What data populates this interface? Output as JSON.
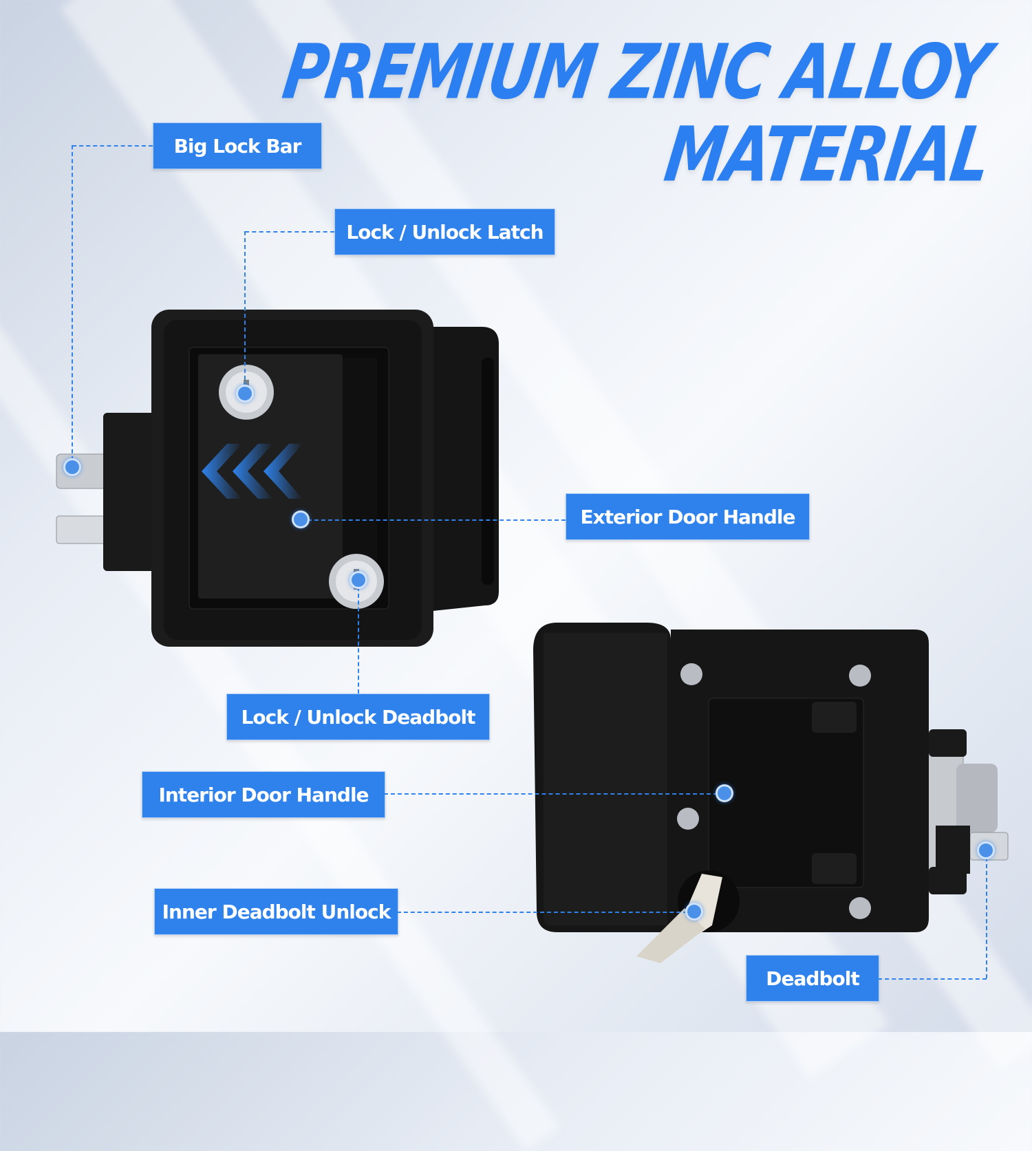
{
  "title": {
    "line1": "PREMIUM ZINC ALLOY",
    "line2": "MATERIAL"
  },
  "labels": {
    "big_lock_bar": "Big Lock Bar",
    "lock_unlock_latch": "Lock / Unlock Latch",
    "exterior_door_handle": "Exterior Door Handle",
    "lock_unlock_deadbolt": "Lock / Unlock Deadbolt",
    "interior_door_handle": "Interior Door Handle",
    "inner_deadbolt_unlock": "Inner Deadbolt Unlock",
    "deadbolt": "Deadbolt"
  },
  "colors": {
    "accent": "#2f82eb",
    "lock_body": "#111111"
  },
  "icons": {
    "chevrons": "triple-chevron-left-icon"
  }
}
